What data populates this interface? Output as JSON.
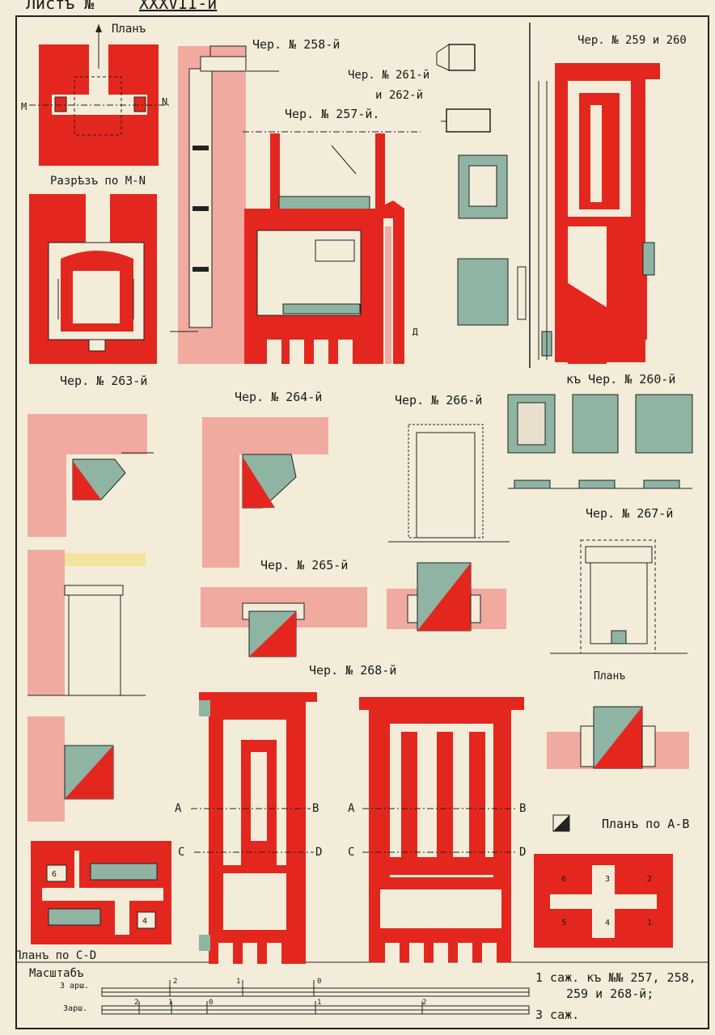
{
  "sheet": {
    "title": "Листъ №",
    "number": "XXXVII-й"
  },
  "colors": {
    "paper": "#f3ecd9",
    "brick_red": "#e3271e",
    "pink": "#f0aaa0",
    "teal": "#8fb4a4",
    "ink": "#1a1a1a"
  },
  "labels": {
    "plan_top": "Планъ",
    "m": "M",
    "n": "N",
    "section_mn": "Разрѣзъ по M-N",
    "ch258": "Чер. № 258-й",
    "ch261": "Чер. № 261-й",
    "ch262": "и 262-й",
    "ch257": "Чер. № 257-й.",
    "ch259": "Чер. № 259 и 260",
    "ch263": "Чер. № 263-й",
    "ch264": "Чер. № 264-й",
    "ch266": "Чер. № 266-й",
    "to260": "къ Чер. № 260-й",
    "ch267": "Чер. № 267-й",
    "ch265": "Чер. № 265-й",
    "ch268": "Чер. № 268-й",
    "plan_right": "Планъ",
    "plan_ab": "Планъ по А-В",
    "plan_cd": "Планъ по C-D",
    "pt_a": "А",
    "pt_b": "В",
    "pt_c": "С",
    "pt_d": "D",
    "pt_d2": "Д",
    "scale": "Масштабъ",
    "arsh3a": "3 арш.",
    "arsh3b": "3арш.",
    "sazh1": "1 саж. къ №№ 257, 258,",
    "sazh1b": "259 и 268-й;",
    "sazh3": "3 саж.",
    "tick2": "2",
    "tick1": "1",
    "tick0": "0",
    "n1": "1",
    "n2": "2",
    "n3": "3",
    "n4": "4",
    "n5": "5",
    "n6": "6"
  }
}
